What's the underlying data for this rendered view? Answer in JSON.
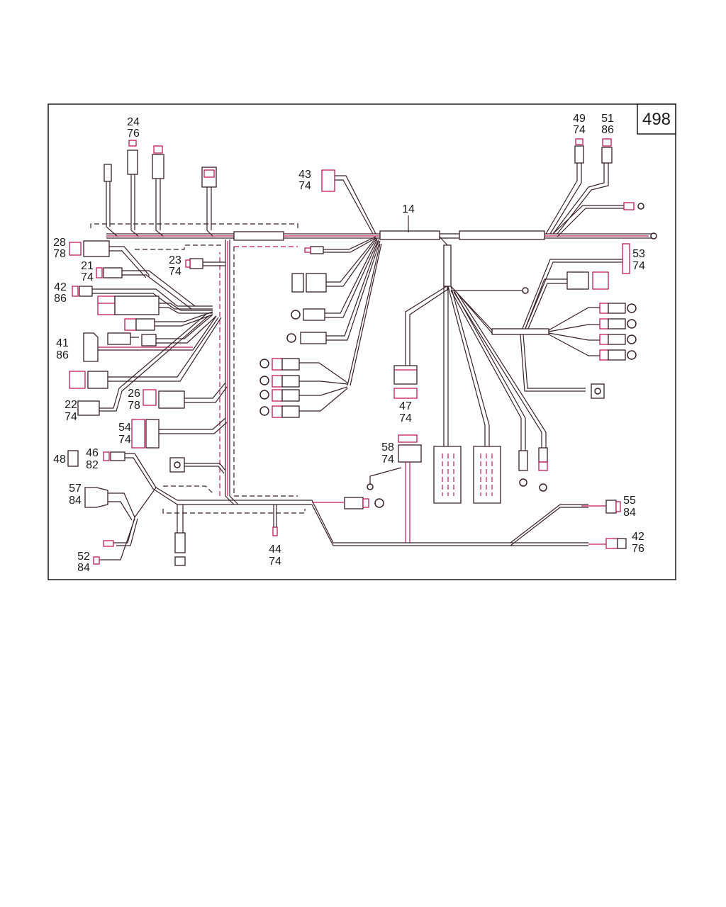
{
  "page_number": "498",
  "colors": {
    "wire": "#3a2026",
    "accent": "#c2185b",
    "frame": "#1a1a1a"
  },
  "callouts": {
    "c14": [
      "14"
    ],
    "c24": [
      "24",
      "76"
    ],
    "c49": [
      "49",
      "74"
    ],
    "c51": [
      "51",
      "86"
    ],
    "c43": [
      "43",
      "74"
    ],
    "c28": [
      "28",
      "78"
    ],
    "c23": [
      "23",
      "74"
    ],
    "c21": [
      "21",
      "74"
    ],
    "c42a": [
      "42",
      "86"
    ],
    "c53": [
      "53",
      "74"
    ],
    "c41": [
      "41",
      "86"
    ],
    "c22": [
      "22",
      "74"
    ],
    "c26": [
      "26",
      "78"
    ],
    "c54": [
      "54",
      "74"
    ],
    "c47": [
      "47",
      "74"
    ],
    "c58": [
      "58",
      "74"
    ],
    "c48": [
      "48"
    ],
    "c46": [
      "46",
      "82"
    ],
    "c57": [
      "57",
      "84"
    ],
    "c55": [
      "55",
      "84"
    ],
    "c42b": [
      "42",
      "76"
    ],
    "c44": [
      "44",
      "74"
    ],
    "c52": [
      "52",
      "84"
    ]
  }
}
